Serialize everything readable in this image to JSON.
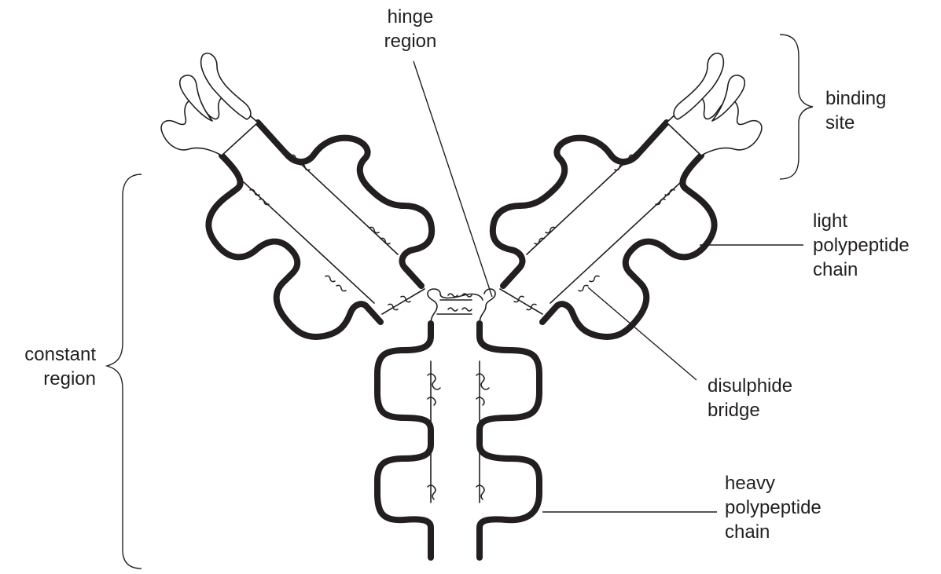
{
  "diagram": {
    "labels": {
      "hinge_region": [
        "hinge",
        "region"
      ],
      "binding_site": [
        "binding",
        "site"
      ],
      "light_chain": [
        "light",
        "polypeptide",
        "chain"
      ],
      "disulphide_bridge": [
        "disulphide",
        "bridge"
      ],
      "heavy_chain": [
        "heavy",
        "polypeptide",
        "chain"
      ],
      "constant_region": [
        "constant",
        "region"
      ]
    },
    "stroke_color": "#231f20",
    "background": "#ffffff"
  }
}
